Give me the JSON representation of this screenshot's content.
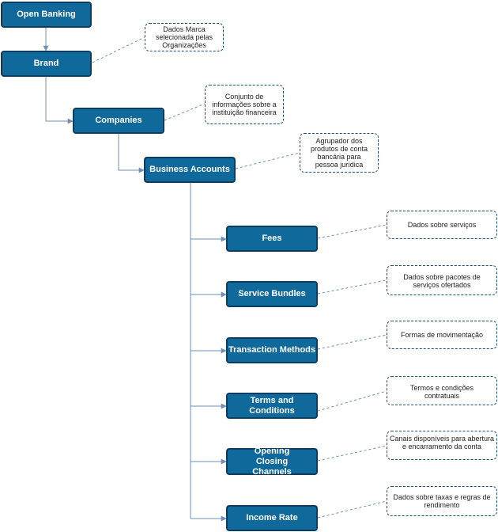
{
  "nodes": {
    "open_banking": "Open Banking",
    "brand": "Brand",
    "companies": "Companies",
    "business_accounts": "Business Accounts",
    "fees": "Fees",
    "service_bundles": "Service Bundles",
    "transaction_methods": "Transaction Methods",
    "terms_and_conditions": "Terms and Conditions",
    "opening_closing_channels": "Opening Closing Channels",
    "income_rate": "Income Rate"
  },
  "notes": {
    "brand": "Dados Marca selecionada pelas Organizações",
    "companies": "Conjunto de informações sobre a instituição financeira",
    "business_accounts": "Agrupador dos produtos de conta bancária para pessoa jurídica",
    "fees": "Dados sobre serviços",
    "service_bundles": "Dados sobre pacotes de serviços ofertados",
    "transaction_methods": "Formas de movimentação",
    "terms_and_conditions": "Termos e condições contratuais",
    "opening_closing_channels": "Canais disponíveis para abertura e encarramento da conta",
    "income_rate": "Dados sobre taxas e regras de rendimento"
  },
  "colors": {
    "node_fill": "#10699b",
    "node_border": "#0b3d63",
    "connector": "#6f8fb6",
    "note_border": "#1c4f78"
  }
}
